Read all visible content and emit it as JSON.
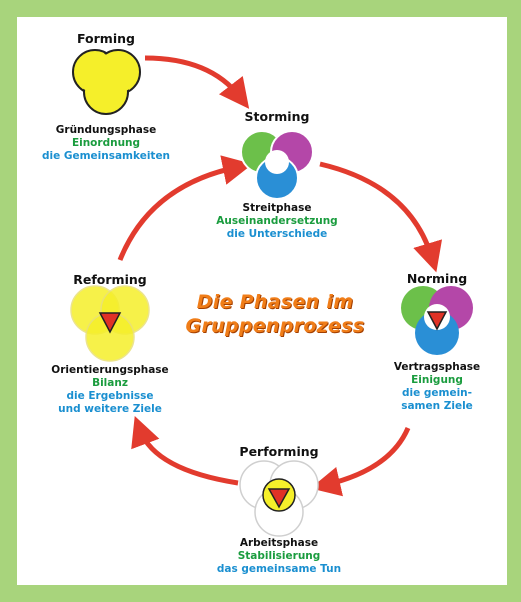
{
  "center_title": {
    "line1": "Die Phasen im",
    "line2": "Gruppenprozess"
  },
  "colors": {
    "yellow": "#f5ef2a",
    "green": "#6cc04a",
    "purple": "#b447a8",
    "blue": "#2a8fd6",
    "red": "#e03226",
    "arrow": "#e23b2e",
    "frame": "#a8d47c"
  },
  "phases": {
    "forming": {
      "title": "Forming",
      "phase": "Gründungsphase",
      "keyword": "Einordnung",
      "desc": [
        "die Gemeinsamkeiten"
      ]
    },
    "storming": {
      "title": "Storming",
      "phase": "Streitphase",
      "keyword": "Auseinandersetzung",
      "desc": [
        "die Unterschiede"
      ]
    },
    "norming": {
      "title": "Norming",
      "phase": "Vertragsphase",
      "keyword": "Einigung",
      "desc": [
        "die gemein-",
        "samen Ziele"
      ]
    },
    "performing": {
      "title": "Performing",
      "phase": "Arbeitsphase",
      "keyword": "Stabilisierung",
      "desc": [
        "das gemeinsame Tun"
      ]
    },
    "reforming": {
      "title": "Reforming",
      "phase": "Orientierungsphase",
      "keyword": "Bilanz",
      "desc": [
        "die Ergebnisse",
        "und weitere Ziele"
      ]
    }
  }
}
